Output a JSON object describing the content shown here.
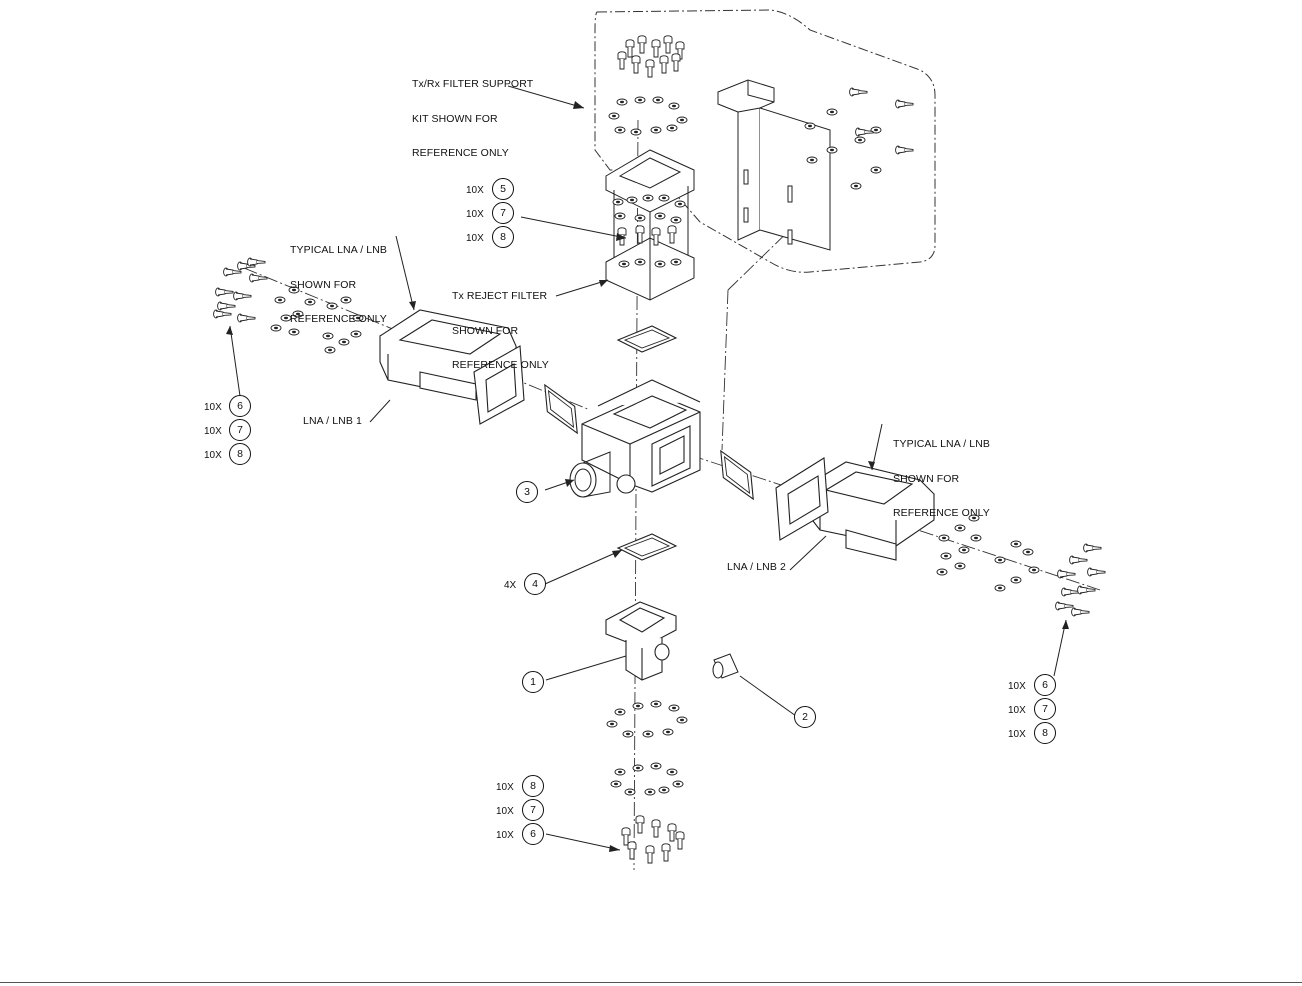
{
  "notes": {
    "filter_kit": [
      "Tx/Rx FILTER SUPPORT",
      "KIT SHOWN FOR",
      "REFERENCE ONLY"
    ],
    "reject_filter": [
      "Tx REJECT FILTER",
      "SHOWN FOR",
      "REFERENCE ONLY"
    ],
    "lna_left": [
      "TYPICAL LNA / LNB",
      "SHOWN FOR",
      "REFERENCE ONLY"
    ],
    "lna_right": [
      "TYPICAL LNA / LNB",
      "SHOWN FOR",
      "REFERENCE ONLY"
    ],
    "lna1": "LNA / LNB 1",
    "lna2": "LNA / LNB 2"
  },
  "callouts": {
    "top_stack": [
      {
        "qty": "10X",
        "item": "5"
      },
      {
        "qty": "10X",
        "item": "7"
      },
      {
        "qty": "10X",
        "item": "8"
      }
    ],
    "left_stack": [
      {
        "qty": "10X",
        "item": "6"
      },
      {
        "qty": "10X",
        "item": "7"
      },
      {
        "qty": "10X",
        "item": "8"
      }
    ],
    "right_stack": [
      {
        "qty": "10X",
        "item": "6"
      },
      {
        "qty": "10X",
        "item": "7"
      },
      {
        "qty": "10X",
        "item": "8"
      }
    ],
    "bottom_stack": [
      {
        "qty": "10X",
        "item": "8"
      },
      {
        "qty": "10X",
        "item": "7"
      },
      {
        "qty": "10X",
        "item": "6"
      }
    ],
    "gasket": {
      "qty": "4X",
      "item": "4"
    },
    "item1": "1",
    "item2": "2",
    "item3": "3"
  }
}
